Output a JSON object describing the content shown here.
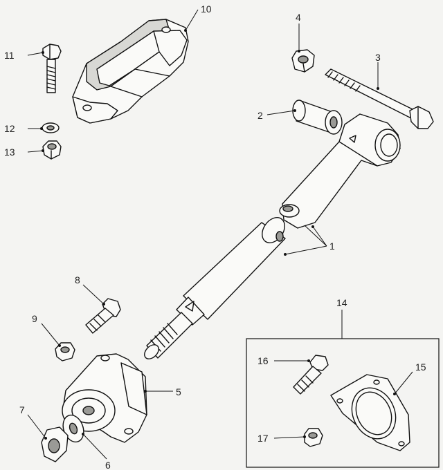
{
  "callouts": {
    "n1": "1",
    "n2": "2",
    "n3": "3",
    "n4": "4",
    "n5": "5",
    "n6": "6",
    "n7": "7",
    "n8": "8",
    "n9": "9",
    "n10": "10",
    "n11": "11",
    "n12": "12",
    "n13": "13",
    "n14": "14",
    "n15": "15",
    "n16": "16",
    "n17": "17"
  },
  "colors": {
    "line": "#111111",
    "paper": "#f4f4f2",
    "callout_text": "#222222"
  }
}
